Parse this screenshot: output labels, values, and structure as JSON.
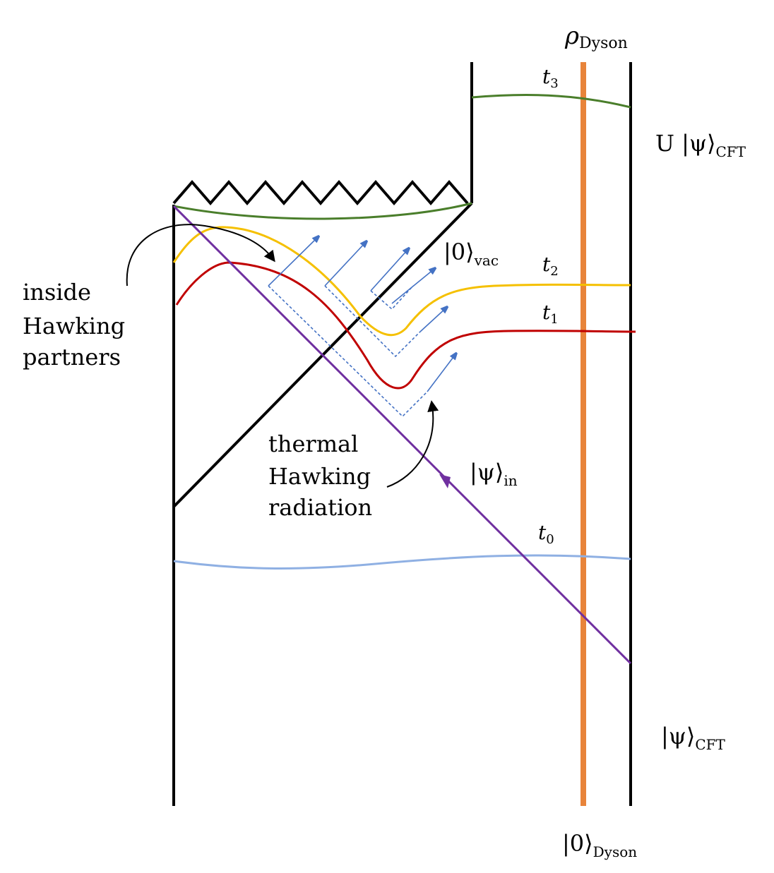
{
  "labels": {
    "rho_dyson_main": "ρ",
    "rho_dyson_sub": "Dyson",
    "t3_main": "t",
    "t3_sub": "3",
    "t2_main": "t",
    "t2_sub": "2",
    "t1_main": "t",
    "t1_sub": "1",
    "t0_main": "t",
    "t0_sub": "0",
    "u_psi_cft_main": "U |ψ⟩",
    "u_psi_cft_sub": "CFT",
    "vac_main": "|0⟩",
    "vac_sub": "vac",
    "psi_in_main": "|ψ⟩",
    "psi_in_sub": "in",
    "psi_cft_main": "|ψ⟩",
    "psi_cft_sub": "CFT",
    "zero_dyson_main": "|0⟩",
    "zero_dyson_sub": "Dyson"
  },
  "annotations": {
    "inside_partners": [
      "inside",
      "Hawking",
      "partners"
    ],
    "thermal_radiation": [
      "thermal",
      "Hawking",
      "radiation"
    ]
  },
  "colors": {
    "boundary": "#000000",
    "dyson_sphere": "#e8843a",
    "slice_t0": "#8fb0e3",
    "slice_t1": "#c00000",
    "slice_t2": "#f5c000",
    "slice_t3": "#4a7e2b",
    "infalling_ray": "#7030a0",
    "hawking_modes": "#4472c4"
  }
}
